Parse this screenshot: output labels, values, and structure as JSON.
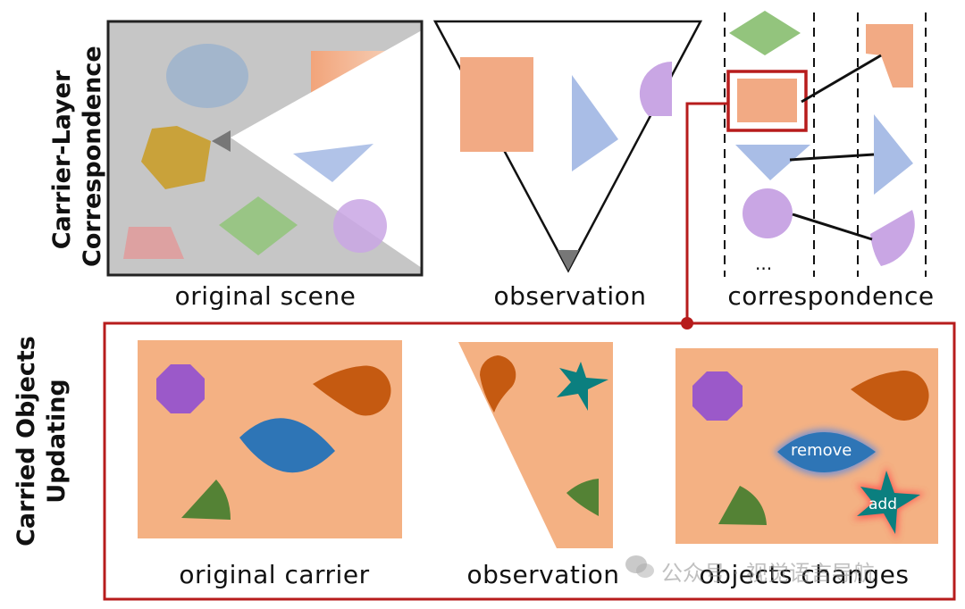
{
  "rows": {
    "top_label": "Carrier-Layer Correspondence",
    "top_label_lines": [
      "Carrier-Layer",
      "Correspondence"
    ],
    "bottom_label": "Carried Objects Updating",
    "bottom_label_lines": [
      "Carried Objects",
      "Updating"
    ]
  },
  "captions": {
    "original_scene": "original scene",
    "observation_top": "observation",
    "correspondence": "correspondence",
    "original_carrier": "original carrier",
    "observation_bottom": "observation",
    "objects_changes": "objects changes"
  },
  "correspondence_panel": {
    "ellipsis": "..."
  },
  "changes": {
    "remove_label": "remove",
    "add_label": "add"
  },
  "watermark": {
    "text": "公众号 · 视觉语言导航"
  },
  "colors": {
    "highlight_red": "#b71c1c",
    "carrier_orange": "#f4b183",
    "frustum_gray": "#c8c8c8",
    "ellipse_blue": "#9fb4cc",
    "rect_orange": "#f2aa84",
    "pentagon_gold": "#c9a23a",
    "triangle_blue": "#a9bde6",
    "diamond_green": "#93c47d",
    "circle_purple": "#c9a6e4",
    "trapezoid_pink": "#e09a9a",
    "octagon_purple": "#9b59c9",
    "teardrop_orange": "#c55a11",
    "leaf_blue": "#2e75b6",
    "wedge_green": "#548235",
    "star_teal": "#0b7f7f"
  }
}
